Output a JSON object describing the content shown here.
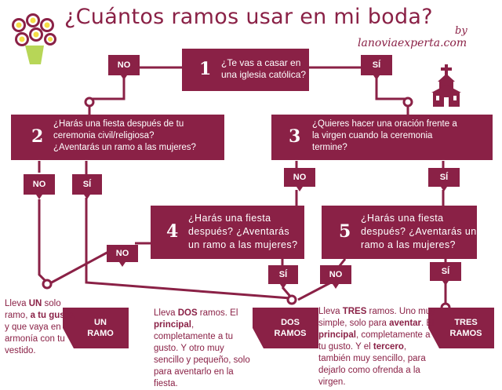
{
  "header": {
    "title": "¿Cuántos ramos usar en mi boda?",
    "by": "by",
    "site": "lanoviaexperta.com"
  },
  "colors": {
    "brand": "#8a2146",
    "background": "#ffffff",
    "bouquet_flowers": "#f5dd47",
    "bouquet_petals": "#ffffff",
    "bouquet_stems": "#b7d657"
  },
  "icons": {
    "bouquet": "bouquet-icon",
    "church": "church-icon"
  },
  "badges": {
    "no_top": "NO",
    "si_top": "SÍ",
    "no_left": "NO",
    "si_left": "SÍ",
    "no_right": "NO",
    "si_right": "SÍ",
    "no_q4": "NO",
    "si_q4": "SÍ",
    "no_q5": "NO",
    "si_q5": "SÍ"
  },
  "questions": {
    "q1": {
      "number": "1",
      "line1": "¿Te vas a casar en",
      "line2": "una iglesia católica?"
    },
    "q2": {
      "number": "2",
      "line1": "¿Harás una fiesta después de tu",
      "line2": "ceremonia civil/religiosa?",
      "line3": "¿Aventarás un ramo a las mujeres?"
    },
    "q3": {
      "number": "3",
      "line1": "¿Quieres hacer una oración frente a",
      "line2": "la virgen cuando la ceremonia",
      "line3": "termine?"
    },
    "q4": {
      "number": "4",
      "line1": "¿Harás una fiesta",
      "line2": "después? ¿Aventarás",
      "line3": "un ramo a las mujeres?"
    },
    "q5": {
      "number": "5",
      "line1": "¿Harás una fiesta",
      "line2": "después? ¿Aventarás un",
      "line3": "ramo a las mujeres?"
    }
  },
  "results": {
    "one": {
      "line1": "UN",
      "line2": "RAMO"
    },
    "two": {
      "line1": "DOS",
      "line2": "RAMOS"
    },
    "three": {
      "line1": "TRES",
      "line2": "RAMOS"
    }
  },
  "answers": {
    "one": {
      "p1": "Lleva ",
      "b1": "UN",
      "p2": " solo ramo, ",
      "b2": "a tu gusto",
      "p3": ", y que vaya en armonía con tu vestido."
    },
    "two": {
      "p1": "Lleva ",
      "b1": "DOS",
      "p2": " ramos. El ",
      "b2": "principal",
      "p3": ", completamente a tu gusto. Y otro muy sencillo y pequeño, solo para aventarlo en la fiesta."
    },
    "three": {
      "p1": "Lleva ",
      "b1": "TRES",
      "p2": " ramos. Uno muy simple, solo para ",
      "b2": "aventar",
      "p3": ". El ",
      "b3": "principal",
      "p4": ", completamente a tu gusto. Y el ",
      "b4": "tercero",
      "p5": ", también muy sencillo, para dejarlo como ofrenda a la virgen."
    }
  }
}
